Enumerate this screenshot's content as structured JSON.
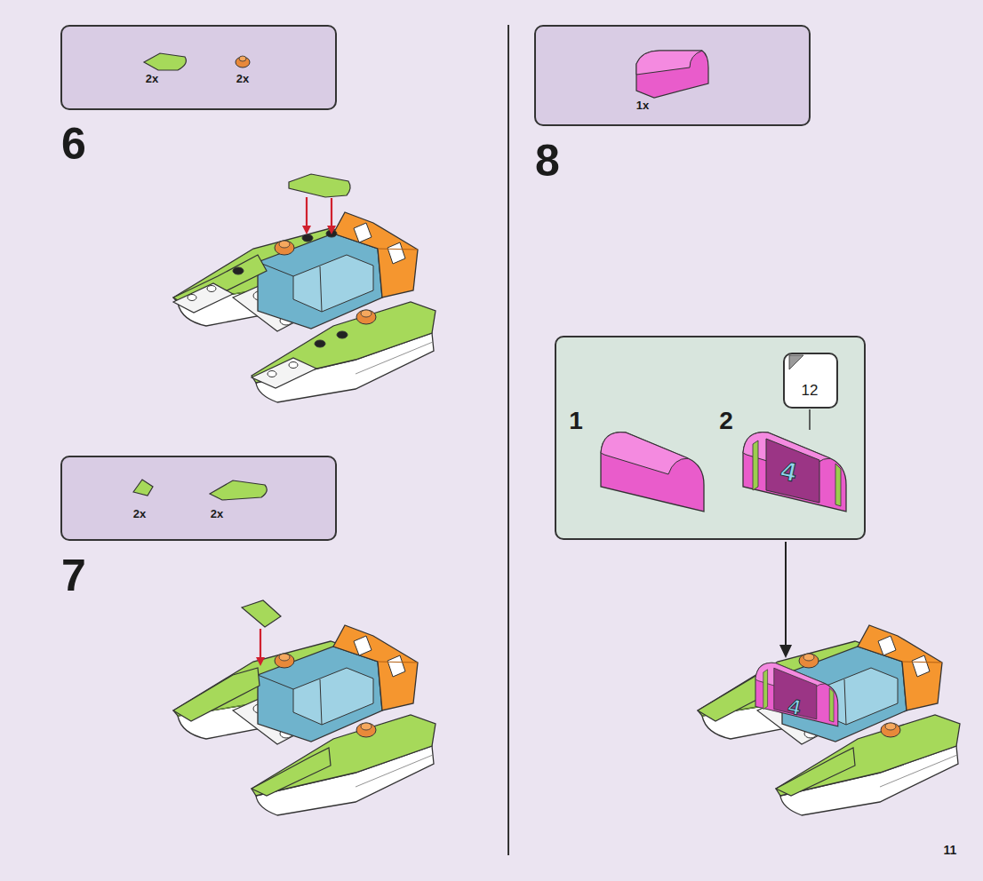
{
  "diagram": {
    "nodes": [
      {
        "text": [
          "2x",
          "2x"
        ]
      },
      {
        "text": [
          "2x",
          "2x"
        ]
      },
      {
        "text": [
          "1x"
        ]
      },
      {
        "text": [
          "1",
          "2"
        ]
      },
      {
        "text": [
          "12"
        ],
        "in": 3
      }
    ],
    "labels": [
      "6",
      "7",
      "8",
      "4",
      "4",
      "11"
    ]
  }
}
